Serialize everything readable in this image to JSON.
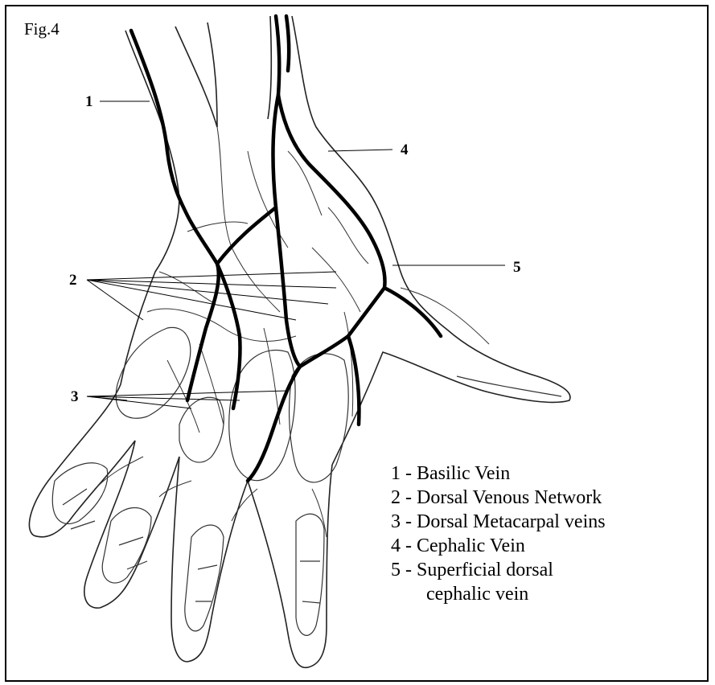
{
  "figure": {
    "label": "Fig.4"
  },
  "callouts": [
    "1",
    "2",
    "3",
    "4",
    "5"
  ],
  "legend": [
    {
      "number": "1",
      "text": "Basilic Vein"
    },
    {
      "number": "2",
      "text": "Dorsal Venous Network"
    },
    {
      "number": "3",
      "text": "Dorsal Metacarpal veins"
    },
    {
      "number": "4",
      "text": "Cephalic Vein"
    },
    {
      "number": "5",
      "text": "Superficial dorsal",
      "continuation": "cephalic vein"
    }
  ]
}
